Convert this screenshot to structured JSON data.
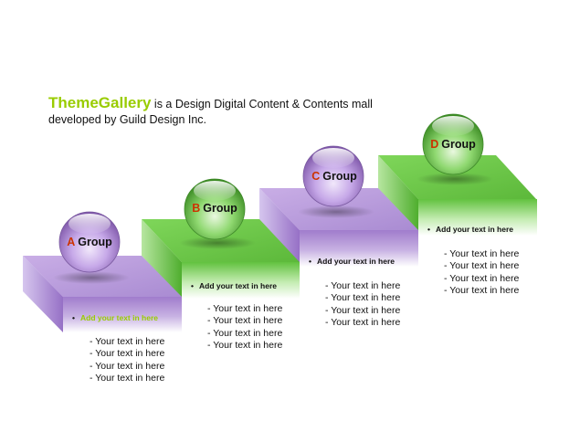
{
  "headline": {
    "brand": "ThemeGallery",
    "rest": " is a Design Digital Content & Contents mall developed by Guild Design Inc."
  },
  "colors": {
    "brand": "#99cc00",
    "letter": "#cc3300",
    "purple": "#a07ccc",
    "green": "#6cc24a",
    "highlight": "#99cc00"
  },
  "groups": [
    {
      "letter": "A",
      "label": "Group",
      "color": "purple",
      "bullet": "Add your text in here",
      "highlight_bullet": true,
      "items": [
        "- Your text in here",
        "- Your text in here",
        "- Your text in here",
        "- Your text in here"
      ]
    },
    {
      "letter": "B",
      "label": "Group",
      "color": "green",
      "bullet": "Add your text in here",
      "highlight_bullet": false,
      "items": [
        "- Your text in here",
        "- Your text in here",
        "- Your text in here",
        "- Your text in here"
      ]
    },
    {
      "letter": "C",
      "label": "Group",
      "color": "purple",
      "bullet": "Add your text in here",
      "highlight_bullet": false,
      "items": [
        "- Your text in here",
        "- Your text in here",
        "- Your text in here",
        "- Your text in here"
      ]
    },
    {
      "letter": "D",
      "label": "Group",
      "color": "green",
      "bullet": "Add your text in here",
      "highlight_bullet": false,
      "items": [
        "- Your text in here",
        "- Your text in here",
        "- Your text in here",
        "- Your text in here"
      ]
    }
  ]
}
